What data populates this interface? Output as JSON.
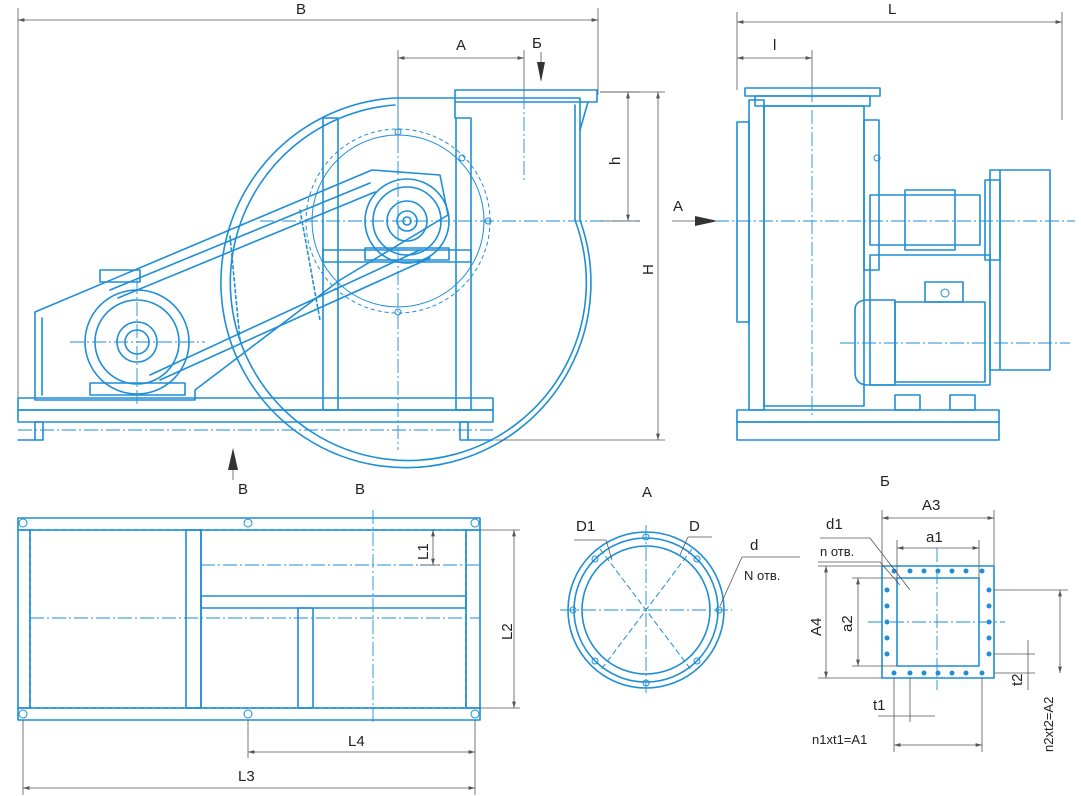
{
  "colors": {
    "line": "#1e8ed6",
    "dimension": "#555555",
    "text": "#222222"
  },
  "labels": {
    "B_top": "В",
    "L": "L",
    "A_dim": "A",
    "B_arrow": "Б",
    "l_small": "l",
    "h": "h",
    "H": "H",
    "A_arrow": "A",
    "B_view_arrow": "В",
    "view_B_title": "В",
    "view_A_title": "A",
    "view_Bb_title": "Б",
    "L1": "L1",
    "L2": "L2",
    "L3": "L3",
    "L4": "L4",
    "D1": "D1",
    "D": "D",
    "d": "d",
    "N_holes": "N отв.",
    "A3": "A3",
    "d1": "d1",
    "n_holes": "n отв.",
    "a1": "a1",
    "A4": "A4",
    "a2": "a2",
    "t1": "t1",
    "t2": "t2",
    "n1t1": "n1xt1=A1",
    "n2t2": "n2xt2=A2"
  }
}
